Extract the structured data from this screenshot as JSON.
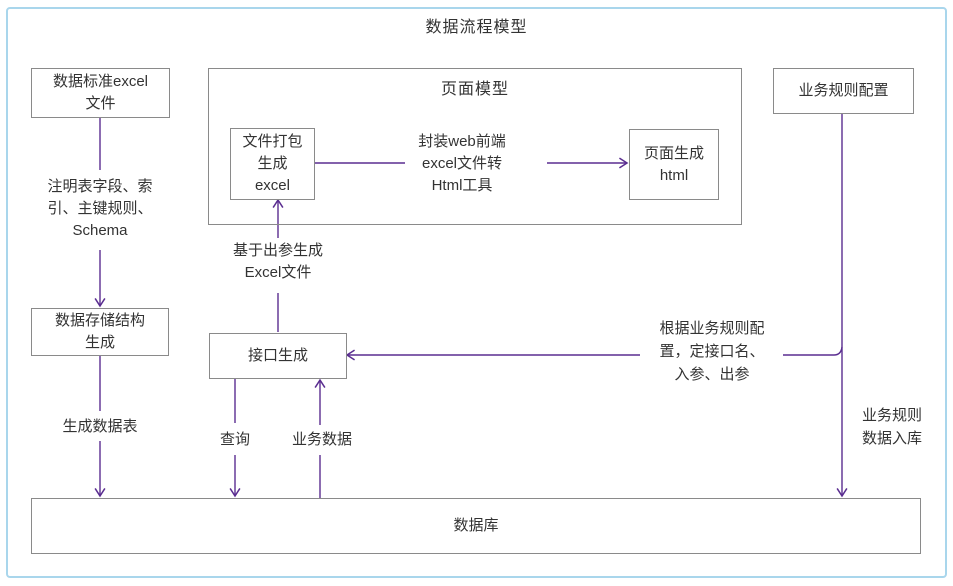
{
  "title": "数据流程模型",
  "colors": {
    "frame": "#a9d6ec",
    "box_border": "#8a8a8a",
    "text": "#333333",
    "arrow": "#5a2d90"
  },
  "nodes": {
    "data_standard": "数据标准excel\n文件",
    "page_model_title": "页面模型",
    "file_package": "文件打包\n生成\nexcel",
    "page_gen": "页面生成\nhtml",
    "business_rule": "业务规则配置",
    "storage": "数据存储结构\n生成",
    "interface": "接口生成",
    "database": "数据库"
  },
  "labels": {
    "schema_note": "注明表字段、索\n引、主键规则、\nSchema",
    "excel_from_output": "基于出参生成\nExcel文件",
    "web_tool": "封装web前端\nexcel文件转\nHtml工具",
    "gen_table": "生成数据表",
    "query": "查询",
    "business_data": "业务数据",
    "rule_to_interface": "根据业务规则配\n置，定接口名、\n入参、出参",
    "rule_to_db": "业务规则\n数据入库"
  }
}
